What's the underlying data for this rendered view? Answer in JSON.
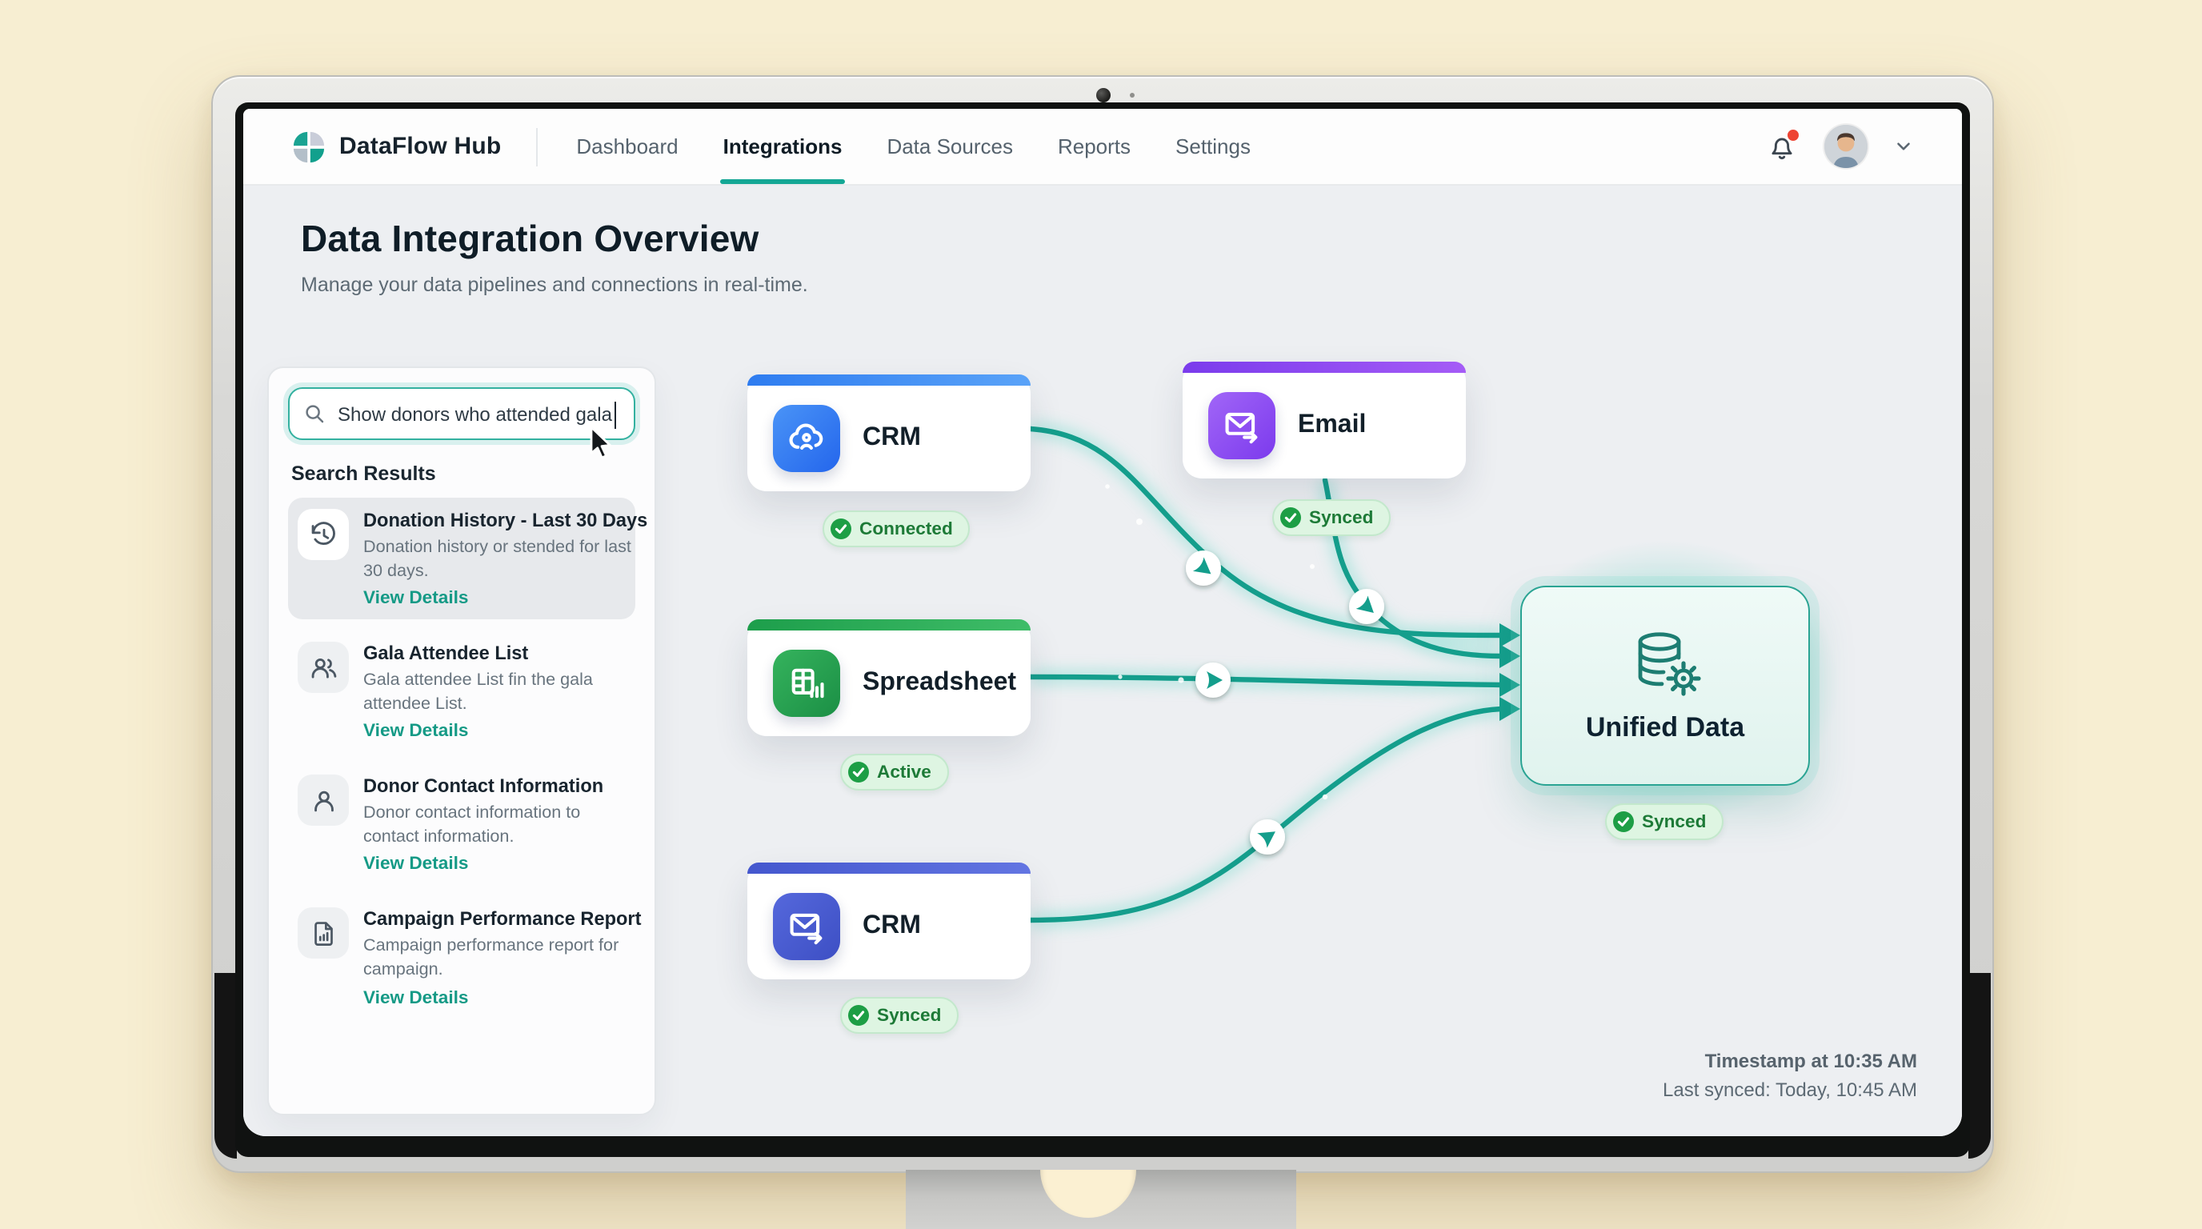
{
  "nav": {
    "brand": "DataFlow Hub",
    "items": [
      {
        "label": "Dashboard",
        "active": false
      },
      {
        "label": "Integrations",
        "active": true
      },
      {
        "label": "Data Sources",
        "active": false
      },
      {
        "label": "Reports",
        "active": false
      },
      {
        "label": "Settings",
        "active": false
      }
    ],
    "bell_has_notification": true
  },
  "header": {
    "title": "Data Integration Overview",
    "subtitle": "Manage your data pipelines and connections in real-time."
  },
  "search_panel": {
    "query": "Show donors who attended gala",
    "results_heading": "Search Results",
    "results": [
      {
        "icon": "history-icon",
        "title": "Donation History - Last 30 Days",
        "description": "Donation history or stended for last 30 days.",
        "link_label": "View Details",
        "active": true
      },
      {
        "icon": "users-icon",
        "title": "Gala Attendee List",
        "description": "Gala attendee List fin the gala attendee List.",
        "link_label": "View Details",
        "active": false
      },
      {
        "icon": "user-icon",
        "title": "Donor Contact Information",
        "description": "Donor contact information to contact information.",
        "link_label": "View Details",
        "active": false
      },
      {
        "icon": "report-icon",
        "title": "Campaign Performance Report",
        "description": "Campaign performance report for campaign.",
        "link_label": "View Details",
        "active": false
      }
    ]
  },
  "diagram": {
    "sources": [
      {
        "id": "crm-top",
        "label": "CRM",
        "status": "Connected",
        "icon": "cloud-user-icon",
        "color": "#2f7df0"
      },
      {
        "id": "email",
        "label": "Email",
        "status": "Synced",
        "icon": "mail-send-icon",
        "color": "#8b5cf6"
      },
      {
        "id": "spreadsheet",
        "label": "Spreadsheet",
        "status": "Active",
        "icon": "table-chart-icon",
        "color": "#22a04a"
      },
      {
        "id": "crm-bottom",
        "label": "CRM",
        "status": "Synced",
        "icon": "mail-send-icon",
        "color": "#4a5cd0"
      }
    ],
    "hub": {
      "label": "Unified Data",
      "status": "Synced",
      "icon": "database-gear-icon"
    }
  },
  "footer": {
    "line1": "Timestamp at 10:35 AM",
    "line2": "Last synced: Today, 10:45 AM"
  },
  "colors": {
    "accent_teal": "#149e8c",
    "status_green": "#1d9e45",
    "badge_bg": "#def5e2",
    "badge_text": "#1d7a37"
  }
}
